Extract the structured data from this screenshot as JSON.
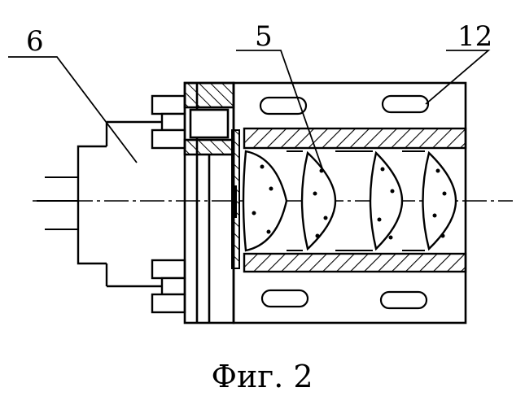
{
  "labels": {
    "part_6": "6",
    "part_5": "5",
    "part_12": "12"
  },
  "caption": "Фиг. 2"
}
